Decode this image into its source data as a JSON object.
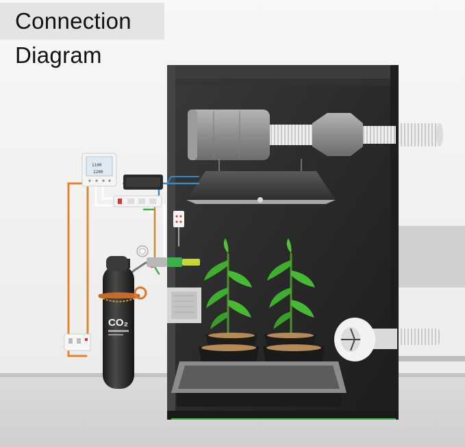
{
  "title": {
    "line1": "Connection",
    "line2": "Diagram"
  },
  "controller": {
    "reading_top": "1100",
    "reading_bottom": "1200"
  },
  "cylinder": {
    "label": "CO₂"
  },
  "colors": {
    "tent_dark": "#2b2b2b",
    "wire_orange": "#e8822a",
    "wire_blue": "#3a86c8",
    "wire_green": "#3cae4a",
    "nozzle_yellow": "#c8d43a",
    "plant_green": "#3fae2f",
    "tent_floor_glow": "#37b24a"
  },
  "icons": [
    "thermometer-icon",
    "fan-icon",
    "grow-light-icon"
  ]
}
